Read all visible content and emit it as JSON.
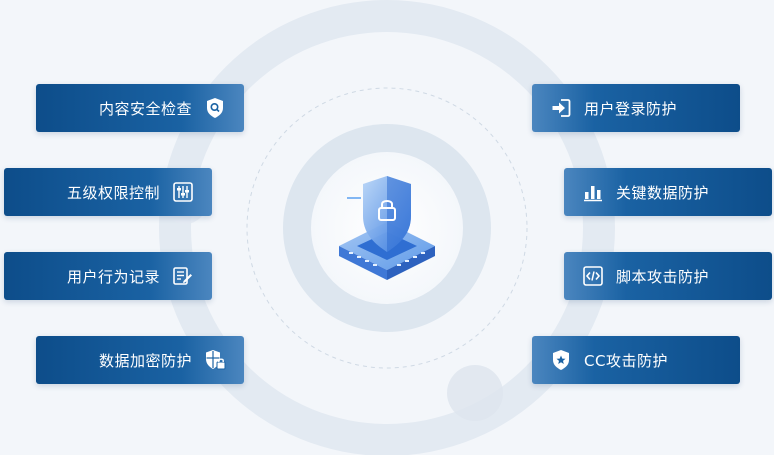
{
  "left_items": [
    {
      "label": "内容安全检查",
      "icon": "shield-search-icon"
    },
    {
      "label": "五级权限控制",
      "icon": "sliders-icon"
    },
    {
      "label": "用户行为记录",
      "icon": "edit-document-icon"
    },
    {
      "label": "数据加密防护",
      "icon": "shield-lock-icon"
    }
  ],
  "right_items": [
    {
      "label": "用户登录防护",
      "icon": "login-icon"
    },
    {
      "label": "关键数据防护",
      "icon": "bar-chart-icon"
    },
    {
      "label": "脚本攻击防护",
      "icon": "code-icon"
    },
    {
      "label": "CC攻击防护",
      "icon": "shield-star-icon"
    }
  ],
  "colors": {
    "card_dark": "#0d4d8a",
    "card_mid": "#1a62a3",
    "background": "#f3f6fa",
    "ring": "#dfe7ef",
    "shield_light": "#9cc3f2",
    "shield_dark": "#3d7fe0"
  }
}
